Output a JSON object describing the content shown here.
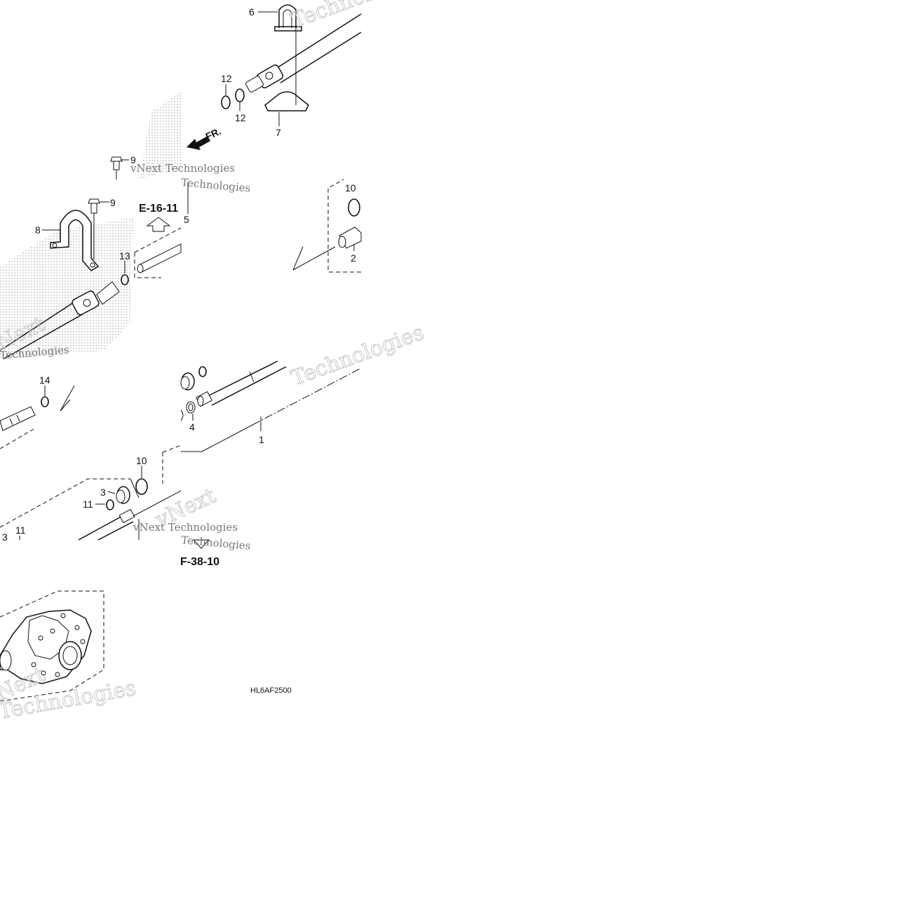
{
  "diagram": {
    "callouts": {
      "c6": "6",
      "c12a": "12",
      "c12b": "12",
      "c7": "7",
      "c9a": "9",
      "c9b": "9",
      "c8": "8",
      "c13": "13",
      "c5": "5",
      "c10a": "10",
      "c2": "2",
      "c14": "14",
      "c4": "4",
      "c1": "1",
      "c10b": "10",
      "c3a": "3",
      "c11a": "11",
      "c11b": "11",
      "c3b": "3"
    },
    "refs": {
      "e16": "E-16-11",
      "f38": "F-38-10"
    },
    "front_marker": "FR.",
    "image_code": "HL6AF2500",
    "watermark": {
      "tech": "Technologies",
      "brand": "vNext Technologies",
      "next": "Next",
      "vnext": "vNext"
    }
  }
}
